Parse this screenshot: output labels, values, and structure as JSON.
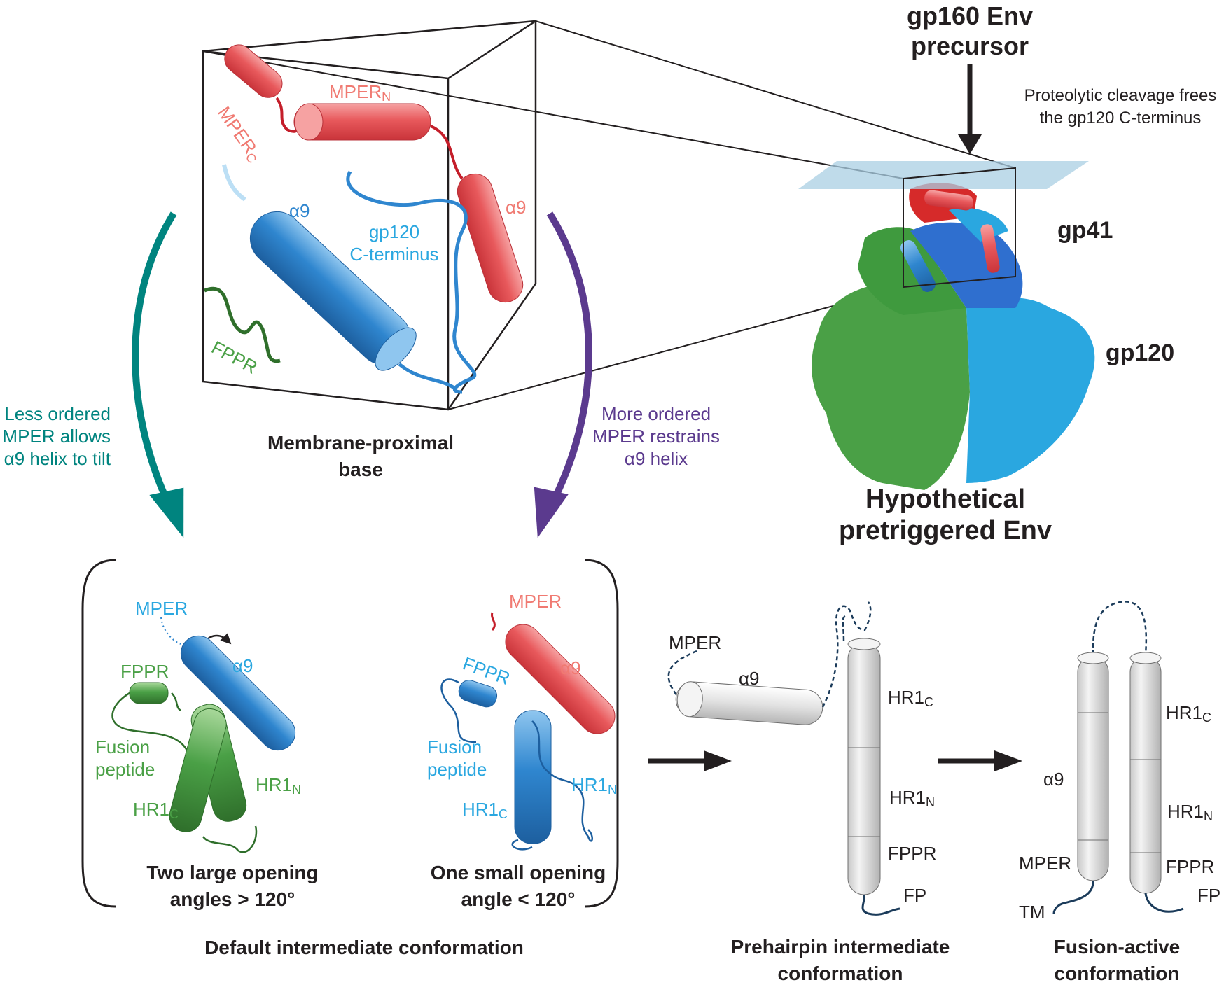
{
  "colors": {
    "red": "#e8595c",
    "red_dark": "#c41e2a",
    "blue": "#2f86cf",
    "blue_light": "#2aa7e0",
    "green": "#4aa046",
    "green_dark": "#2f6f2b",
    "teal": "#00847f",
    "purple": "#5b3a8e",
    "salmon": "#f07a72",
    "gray": "#dcdcdc",
    "navy": "#1b3b5a"
  },
  "header": {
    "gp160_line1": "gp160 Env",
    "gp160_line2": "precursor",
    "cleavage_line1": "Proteolytic cleavage frees",
    "cleavage_line2": "the gp120 C-terminus"
  },
  "side_labels": {
    "gp41": "gp41",
    "gp120": "gp120",
    "hypothetical_line1": "Hypothetical",
    "hypothetical_line2": "pretriggered Env"
  },
  "base_box": {
    "mperc_main": "MPER",
    "mperc_sub": "C",
    "mpern_main": "MPER",
    "mpern_sub": "N",
    "alpha9_blue": "α9",
    "alpha9_red": "α9",
    "gp120_ct_line1": "gp120",
    "gp120_ct_line2": "C-terminus",
    "fppr": "FPPR",
    "caption_line1": "Membrane-proximal",
    "caption_line2": "base"
  },
  "left_arrow": {
    "line1": "Less ordered",
    "line2": "MPER allows",
    "line3": "α9 helix to tilt"
  },
  "right_arrow": {
    "line1": "More ordered",
    "line2": "MPER restrains",
    "line3": "α9 helix"
  },
  "panel_left": {
    "mper": "MPER",
    "alpha9": "α9",
    "fppr": "FPPR",
    "fusion_line1": "Fusion",
    "fusion_line2": "peptide",
    "hr1n_main": "HR1",
    "hr1n_sub": "N",
    "hr1c_main": "HR1",
    "hr1c_sub": "C",
    "caption_line1": "Two large opening",
    "caption_line2": "angles > 120°"
  },
  "panel_right": {
    "mper": "MPER",
    "alpha9": "α9",
    "fppr": "FPPR",
    "fusion_line1": "Fusion",
    "fusion_line2": "peptide",
    "hr1n_main": "HR1",
    "hr1n_sub": "N",
    "hr1c_main": "HR1",
    "hr1c_sub": "C",
    "caption_line1": "One small opening",
    "caption_line2": "angle < 120°"
  },
  "default_caption": "Default intermediate conformation",
  "prehairpin": {
    "mper": "MPER",
    "alpha9": "α9",
    "hr1c_main": "HR1",
    "hr1c_sub": "C",
    "hr1n_main": "HR1",
    "hr1n_sub": "N",
    "fppr": "FPPR",
    "fp": "FP",
    "caption_line1": "Prehairpin intermediate",
    "caption_line2": "conformation"
  },
  "fusion_active": {
    "alpha9": "α9",
    "mper": "MPER",
    "tm": "TM",
    "hr1c_main": "HR1",
    "hr1c_sub": "C",
    "hr1n_main": "HR1",
    "hr1n_sub": "N",
    "fppr": "FPPR",
    "fp": "FP",
    "caption_line1": "Fusion-active",
    "caption_line2": "conformation"
  }
}
